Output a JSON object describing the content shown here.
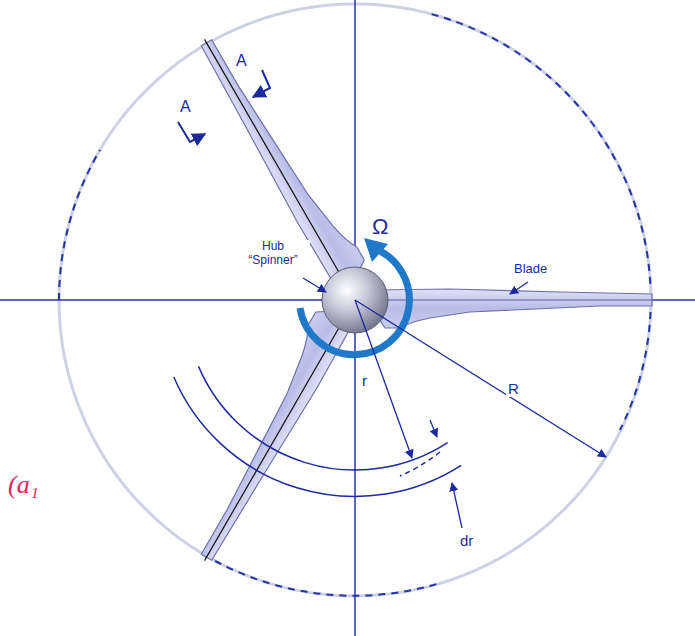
{
  "diagram": {
    "labels": [
      "A",
      "A",
      "Hub “Spinner”",
      "Ω",
      "Blade",
      "r",
      "dr",
      "R",
      "(a₁"
    ]
  }
}
